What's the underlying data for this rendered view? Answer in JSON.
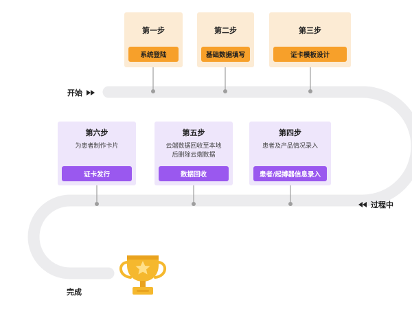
{
  "labels": {
    "start": "开始",
    "middle": "过程中",
    "finish": "完成"
  },
  "steps": [
    {
      "title": "第一步",
      "desc": "",
      "button": "系统登陆"
    },
    {
      "title": "第二步",
      "desc": "",
      "button": "基础数据填写"
    },
    {
      "title": "第三步",
      "desc": "",
      "button": "证卡模板设计"
    },
    {
      "title": "第四步",
      "desc": "患者及产品情况录入",
      "button": "患者/起搏器信息录入"
    },
    {
      "title": "第五步",
      "desc": "云端数据回收至本地\n后删除云端数据",
      "button": "数据回收"
    },
    {
      "title": "第六步",
      "desc": "为患者制作卡片",
      "button": "证卡发行"
    }
  ],
  "icons": {
    "start_arrow": "double-triangle-right-icon",
    "middle_arrow": "double-triangle-left-icon",
    "finish": "trophy-star-icon"
  },
  "colors": {
    "track": "#ECECEE",
    "orange_card": "#FCEBD4",
    "orange_button": "#F7A02A",
    "purple_card": "#EEE6FB",
    "purple_button": "#9A58EF",
    "trophy": "#F5B82E"
  }
}
